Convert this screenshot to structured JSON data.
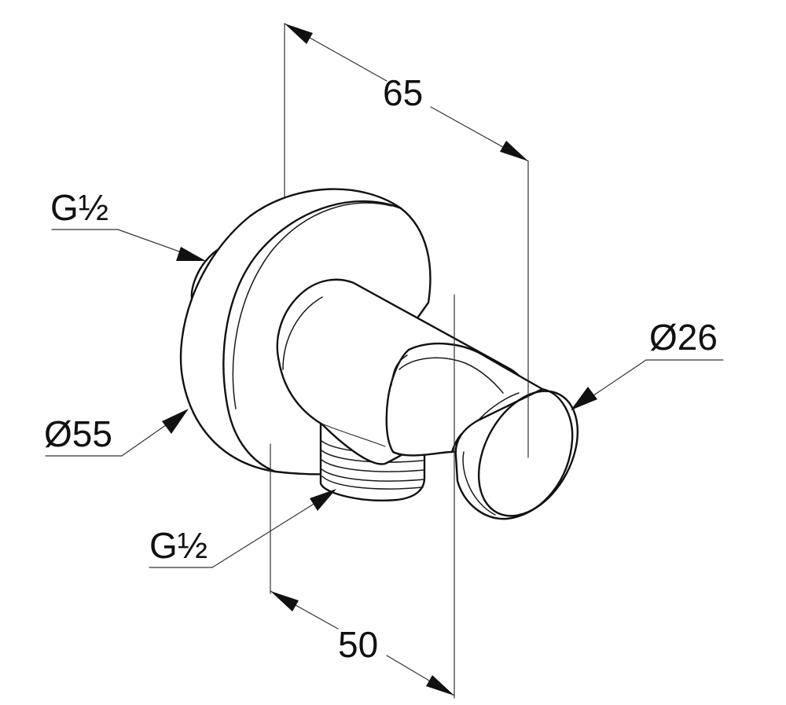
{
  "dimensions": {
    "depth_total": "65",
    "depth_body": "50",
    "diameter_flange": "Ø55",
    "diameter_holder": "Ø26",
    "thread_wall": "G½",
    "thread_outlet": "G½"
  }
}
